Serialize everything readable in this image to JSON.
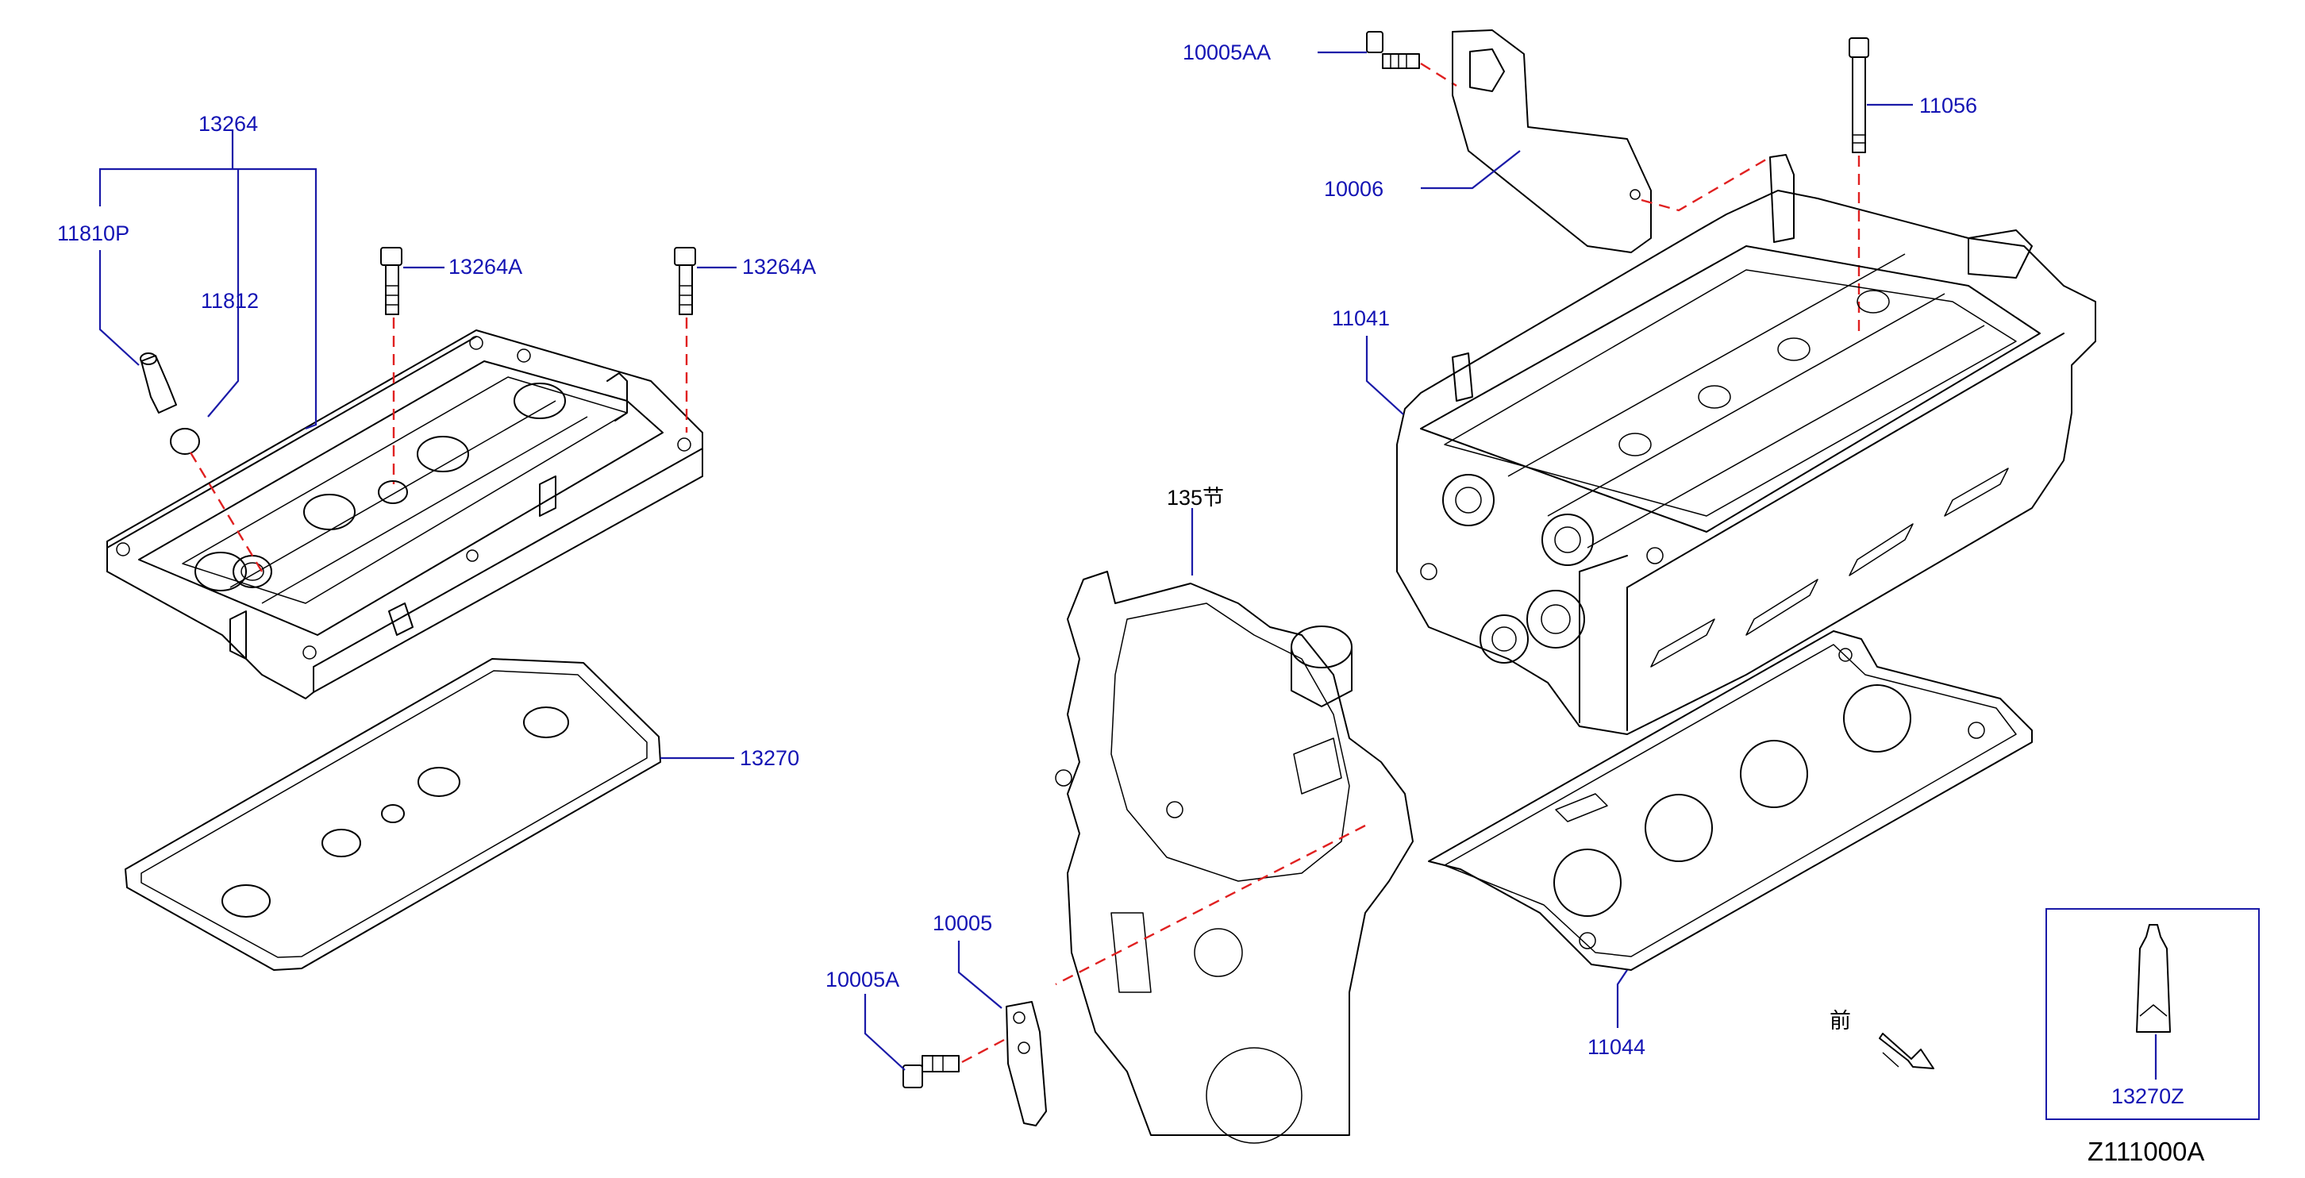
{
  "parts": {
    "p13264": "13264",
    "p11810P": "11810P",
    "p11812": "11812",
    "p13264A_1": "13264A",
    "p13264A_2": "13264A",
    "p13270": "13270",
    "p10005AA": "10005AA",
    "p10006": "10006",
    "p11056": "11056",
    "p11041": "11041",
    "p135": "135节",
    "p10005": "10005",
    "p10005A": "10005A",
    "p11044": "11044",
    "p13270Z": "13270Z"
  },
  "front_marker": "前",
  "diagram_code": "Z111000A",
  "colors": {
    "label": "#1414b4",
    "leader": "#1a1aa8",
    "dashed_line": "#e02020",
    "part_stroke": "#000000"
  }
}
